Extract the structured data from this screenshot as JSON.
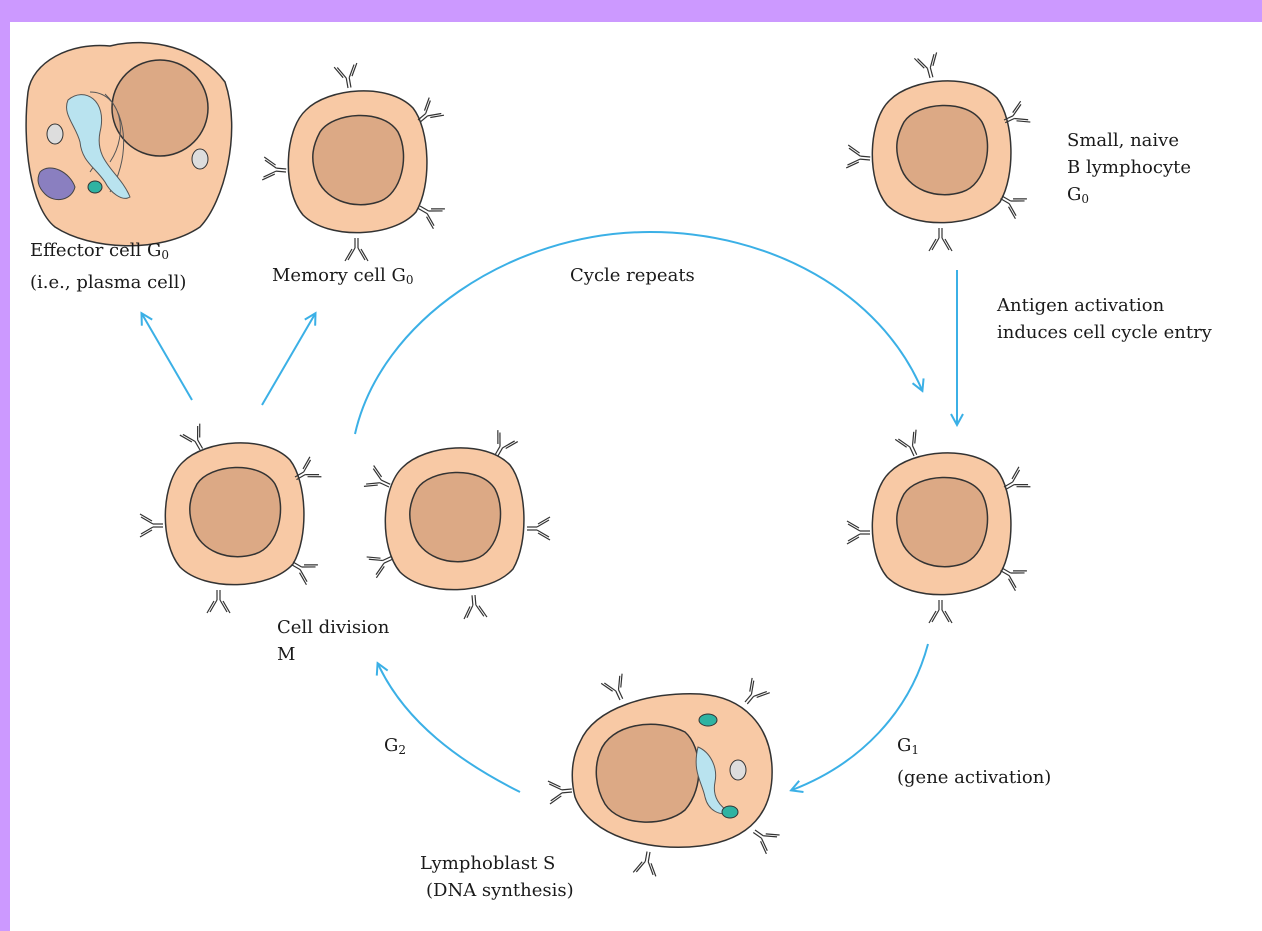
{
  "labels": {
    "effector_line1": "Effector cell G",
    "effector_sub": "0",
    "effector_line2": "(i.e., plasma cell)",
    "memory_line1": "Memory cell G",
    "memory_sub": "0",
    "cycle_repeats": "Cycle repeats",
    "naive_line1": "Small, naive",
    "naive_line2": "B lymphocyte",
    "naive_line3": "G",
    "naive_sub": "0",
    "antigen_line1": "Antigen activation",
    "antigen_line2": "induces cell cycle entry",
    "division_line1": "Cell division",
    "division_line2": "M",
    "g2": "G",
    "g2_sub": "2",
    "g1_line1": "G",
    "g1_sub": "1",
    "g1_line2": "(gene activation)",
    "lymphoblast_line1": "Lymphoblast S",
    "lymphoblast_line2": "(DNA synthesis)"
  },
  "colors": {
    "background_frame": "#cc99ff",
    "cell_cytoplasm": "#f8c9a5",
    "cell_nucleus": "#dca985",
    "arrow": "#3bb0e6",
    "golgi_er": "#b9e3ef",
    "vesicle": "#2fb3a2",
    "organelle_purple": "#8a7fc0"
  }
}
